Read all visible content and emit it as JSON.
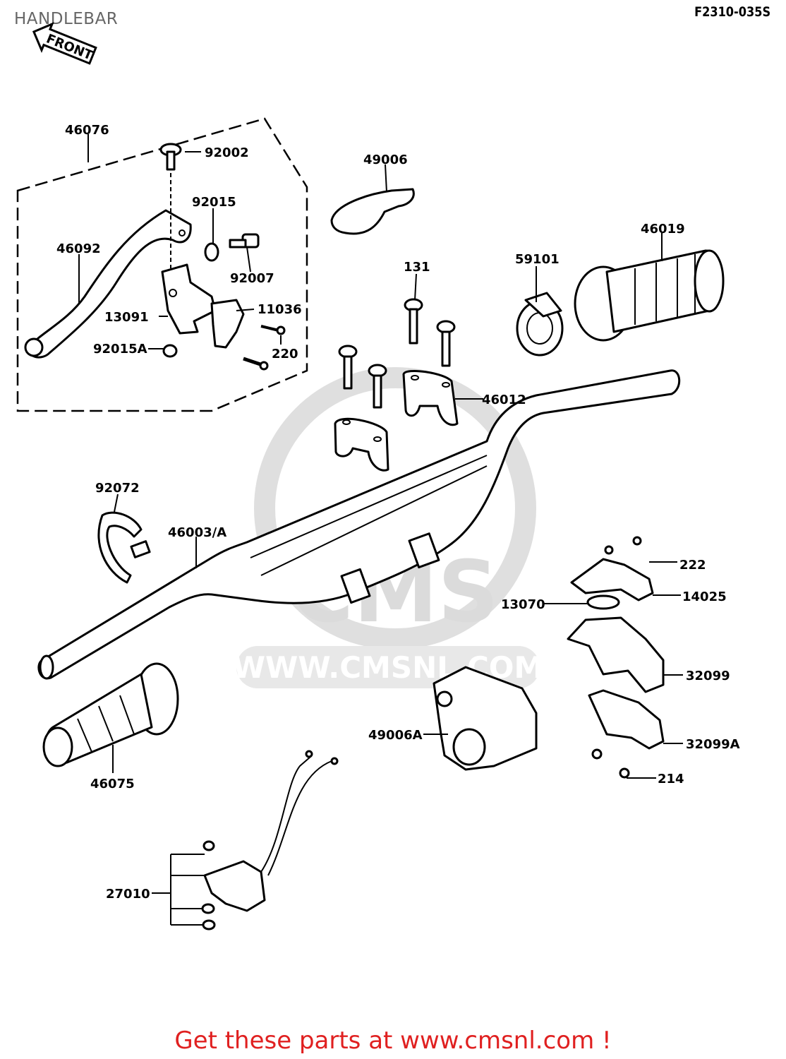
{
  "page": {
    "title": "HANDLEBAR",
    "diagram_code": "F2310-035S",
    "footer": "Get these parts at www.cmsnl.com !"
  },
  "front_arrow": {
    "label": "FRONT"
  },
  "watermark": {
    "logo": "CMS",
    "url": "WWW.CMSNL.COM"
  },
  "callouts": {
    "c46076": "46076",
    "c92002": "92002",
    "c92015": "92015",
    "c46092": "46092",
    "c92007": "92007",
    "c13091": "13091",
    "c11036": "11036",
    "c92015A": "92015A",
    "c220": "220",
    "c49006": "49006",
    "c131": "131",
    "c59101": "59101",
    "c46019": "46019",
    "c46012": "46012",
    "c92072": "92072",
    "c46003A": "46003/A",
    "c222": "222",
    "c14025": "14025",
    "c13070": "13070",
    "c32099": "32099",
    "c49006A": "49006A",
    "c32099A": "32099A",
    "c214": "214",
    "c46075": "46075",
    "c27010": "27010"
  },
  "colors": {
    "footer": "#e02020",
    "title": "#666666",
    "ink": "#000000",
    "watermark": "#d8d8d8"
  }
}
